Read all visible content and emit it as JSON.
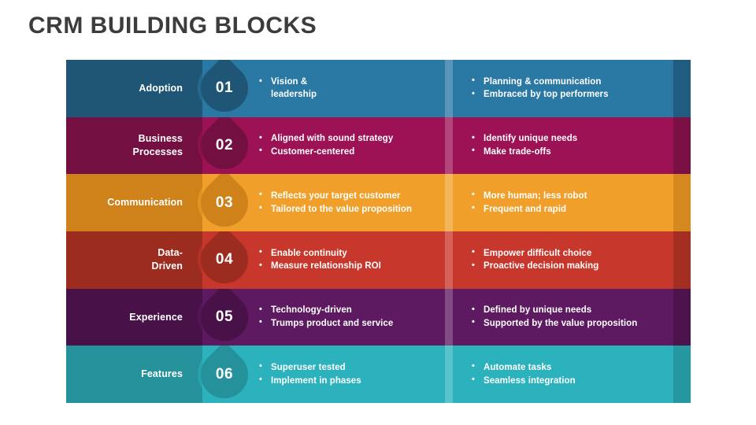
{
  "slide": {
    "title": "CRM BUILDING BLOCKS",
    "title_color": "#3c3c3c",
    "background": "#ffffff"
  },
  "rows": [
    {
      "number": "01",
      "label": "Adoption",
      "light_color": "#2a78a4",
      "dark_color": "#1f5676",
      "bullets_left": [
        "Vision &",
        "leadership"
      ],
      "bullets_left_merged": [
        "Vision & leadership"
      ],
      "bullets_right": [
        "Planning & communication",
        "Embraced by top performers"
      ]
    },
    {
      "number": "02",
      "label": "Business\nProcesses",
      "light_color": "#9d1255",
      "dark_color": "#741041",
      "bullets_left": [
        "Aligned with sound strategy",
        "Customer-centered"
      ],
      "bullets_right": [
        "Identify unique needs",
        "Make trade-offs"
      ]
    },
    {
      "number": "03",
      "label": "Communication",
      "light_color": "#f0a02a",
      "dark_color": "#ce8219",
      "bullets_left": [
        "Reflects your target customer",
        "Tailored to the value proposition"
      ],
      "bullets_right": [
        "More human; less robot",
        "Frequent and rapid"
      ]
    },
    {
      "number": "04",
      "label": "Data-\nDriven",
      "light_color": "#c8372b",
      "dark_color": "#9c2c20",
      "bullets_left": [
        "Enable continuity",
        "Measure relationship ROI"
      ],
      "bullets_right": [
        "Empower difficult choice",
        "Proactive decision making"
      ]
    },
    {
      "number": "05",
      "label": "Experience",
      "light_color": "#5d1a60",
      "dark_color": "#481148",
      "bullets_left": [
        "Technology-driven",
        "Trumps product and service"
      ],
      "bullets_right": [
        "Defined by unique needs",
        "Supported by the value proposition"
      ]
    },
    {
      "number": "06",
      "label": "Features",
      "light_color": "#2bb2bd",
      "dark_color": "#24919b",
      "bullets_left": [
        "Superuser tested",
        "Implement in phases"
      ],
      "bullets_right": [
        "Automate tasks",
        "Seamless integration"
      ]
    }
  ]
}
